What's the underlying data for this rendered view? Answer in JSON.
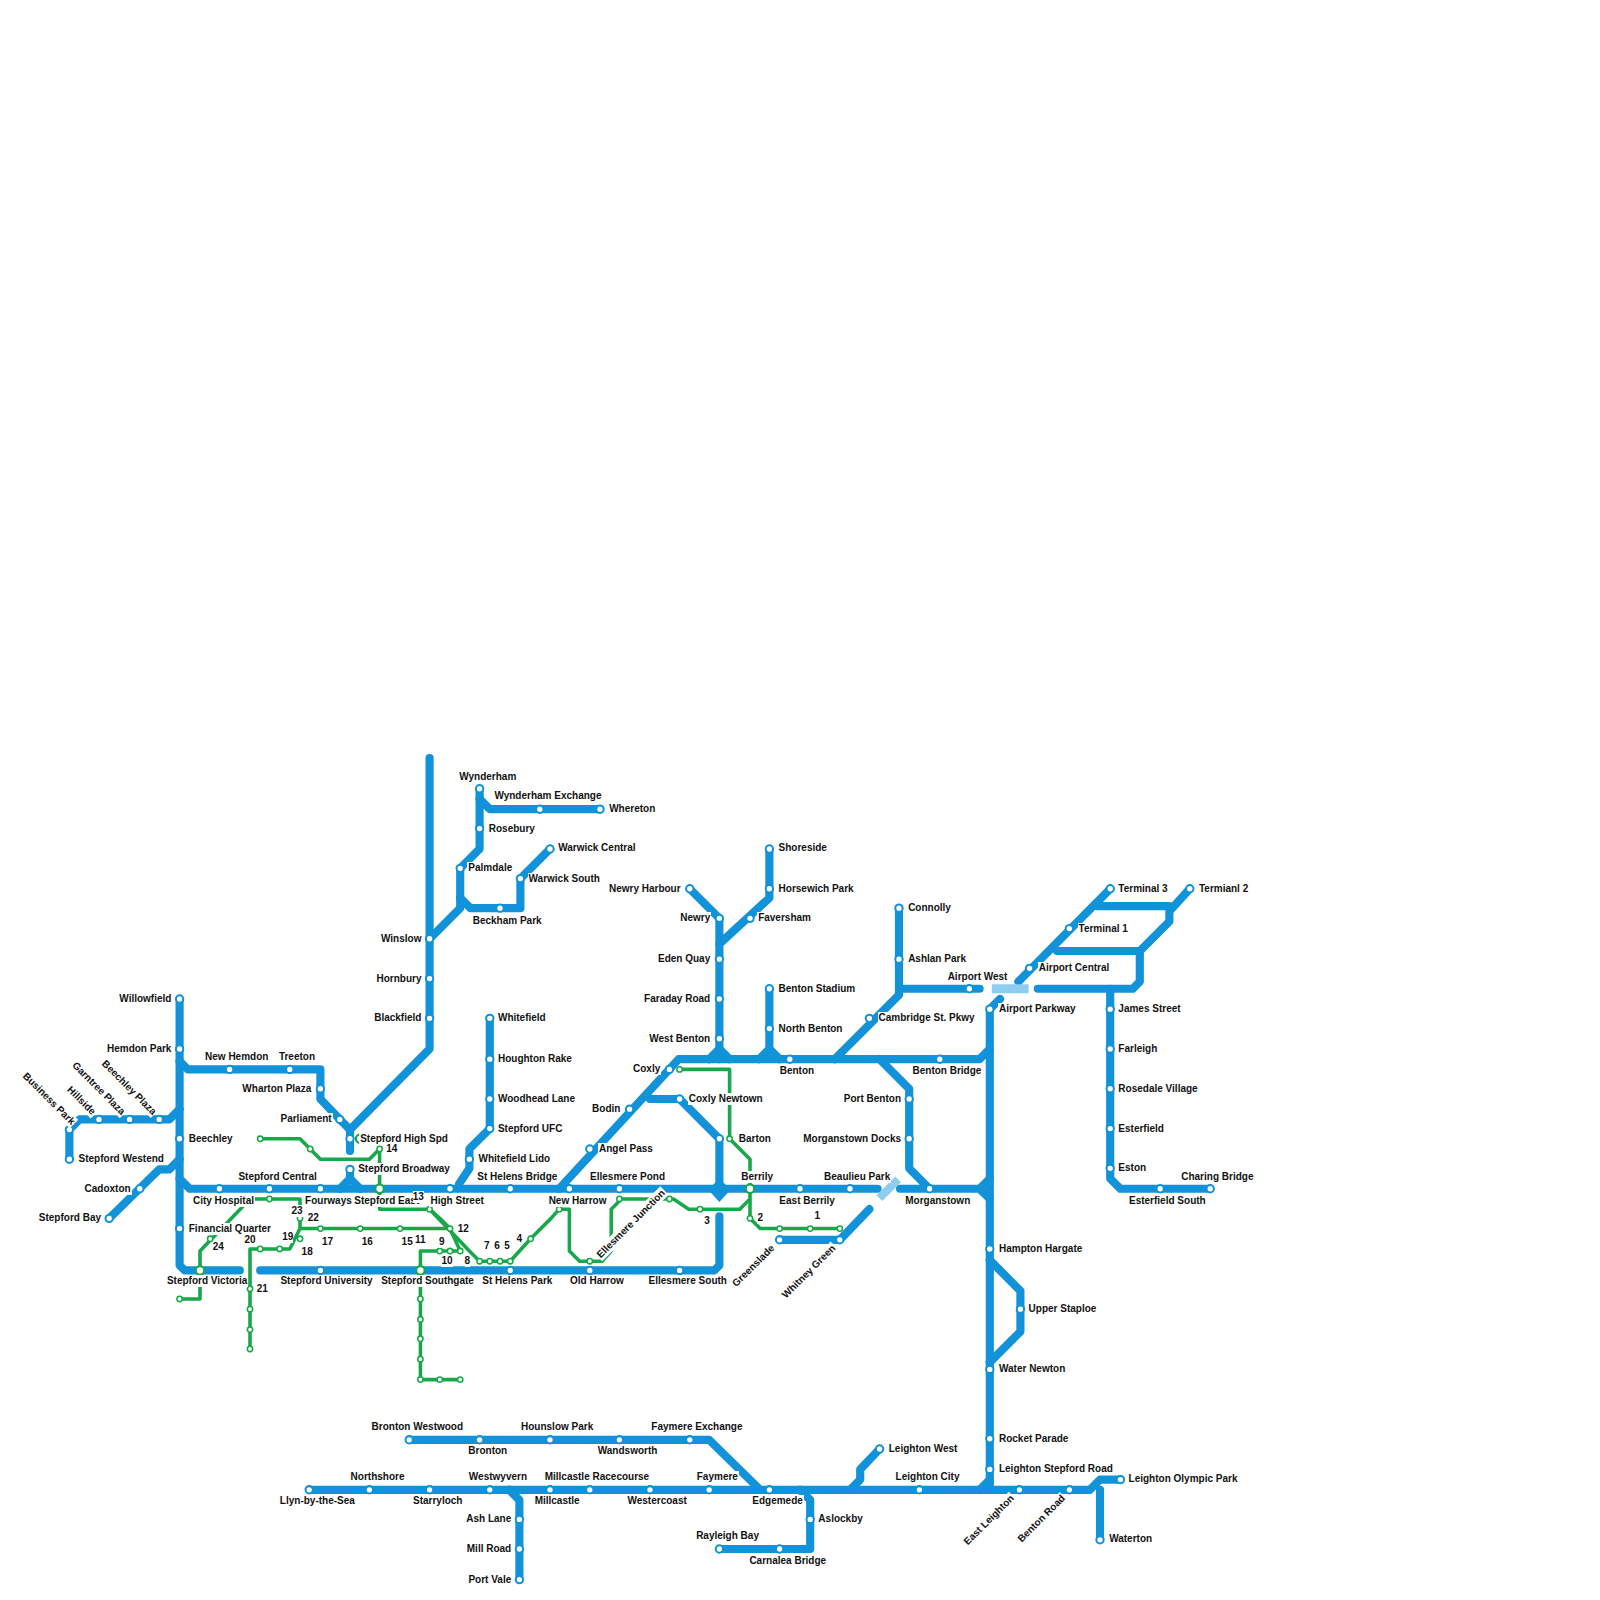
{
  "diagram": {
    "labels": [
      "Willowfield",
      "Hemdon Park",
      "New Hemdon",
      "Treeton",
      "Wharton Plaza",
      "Parliament",
      "Stepford High Spd",
      "Stepford Broadway",
      "Beechley",
      "Business Park",
      "Hillside",
      "Garntree Plaza",
      "Beechley Plaza",
      "Stepford Westend",
      "Cadoxton",
      "Stepford Bay",
      "Stepford Central",
      "City Hospital",
      "Fourways",
      "Stepford East",
      "High Street",
      "St Helens Bridge",
      "New Harrow",
      "Ellesmere Pond",
      "Berrily",
      "East Berrily",
      "Beaulieu Park",
      "Morganstown",
      "Financial Quarter",
      "Stepford Victoria",
      "Stepford University",
      "Stepford Southgate",
      "St Helens Park",
      "Old Harrow",
      "Ellesmere South",
      "Greenslade",
      "Whitney Green",
      "Ellesmere Junction",
      "Winslow",
      "Hornbury",
      "Blackfield",
      "Wynderham",
      "Wynderham Exchange",
      "Whereton",
      "Rosebury",
      "Palmdale",
      "Beckham Park",
      "Warwick Central",
      "Warwick South",
      "Whitefield",
      "Houghton Rake",
      "Woodhead Lane",
      "Stepford UFC",
      "Whitefield Lido",
      "Angel Pass",
      "Bodin",
      "Coxly",
      "Coxly Newtown",
      "Barton",
      "Newry Harbour",
      "Newry",
      "Faversham",
      "Shoreside",
      "Horsewich Park",
      "Eden Quay",
      "Faraday Road",
      "West Benton",
      "Benton Stadium",
      "North Benton",
      "Benton",
      "Connolly",
      "Ashlan Park",
      "Cambridge St. Pkwy",
      "Airport West",
      "Benton Bridge",
      "Port Benton",
      "Morganstown Docks",
      "Airport Parkway",
      "Terminal 3",
      "Termianl 2",
      "Terminal 1",
      "Airport Central",
      "James Street",
      "Farleigh",
      "Rosedale Village",
      "Esterfield",
      "Eston",
      "Charing Bridge",
      "Esterfield South",
      "Hampton Hargate",
      "Upper Staploe",
      "Water Newton",
      "Rocket Parade",
      "Leighton Stepford Road",
      "Leighton West",
      "Leighton City",
      "Leighton Olympic Park",
      "Waterton",
      "East Leighton",
      "Benton Road",
      "Bronton Westwood",
      "Bronton",
      "Hounslow Park",
      "Wandsworth",
      "Faymere Exchange",
      "Northshore",
      "Llyn-by-the-Sea",
      "Starryloch",
      "Westwyvern",
      "Millcastle Racecourse",
      "Millcastle",
      "Westercoast",
      "Faymere",
      "Edgemede",
      "Aslockby",
      "Ash Lane",
      "Mill Road",
      "Port Vale",
      "Rayleigh Bay",
      "Carnalea Bridge",
      "1",
      "2",
      "3",
      "4",
      "5",
      "6",
      "7",
      "8",
      "9",
      "10",
      "11",
      "12",
      "13",
      "14",
      "15",
      "16",
      "17",
      "18",
      "19",
      "20",
      "21",
      "22",
      "23",
      "24"
    ]
  }
}
